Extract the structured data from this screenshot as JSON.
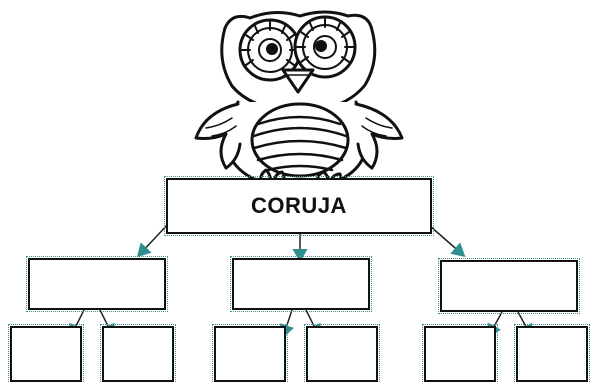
{
  "diagram": {
    "root_label": "CORUJA",
    "mascot_icon": "owl-icon",
    "level1_count": 3,
    "level2_per_parent": 2
  },
  "colors": {
    "stroke": "#111111",
    "accent": "#2f8f8f",
    "background": "#ffffff"
  }
}
